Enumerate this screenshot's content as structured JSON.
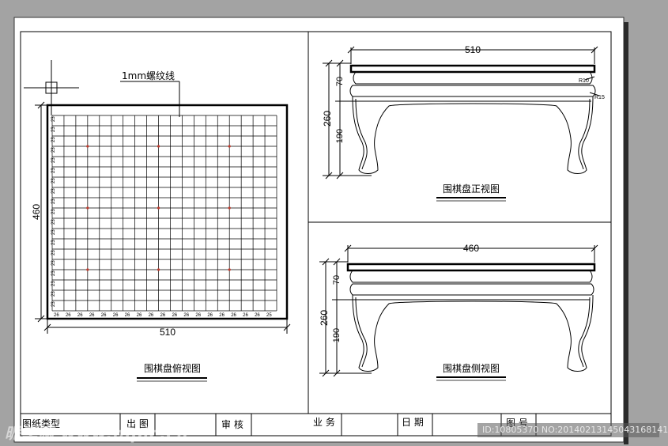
{
  "top_view": {
    "label": "围棋盘俯视图",
    "callout": "1mm螺纹线",
    "dim_width": "510",
    "dim_height": "460",
    "grid_lines": 19,
    "bottom_tick_label": "26",
    "bottom_tick_end_label": "25",
    "left_tick_label": "23"
  },
  "front_view": {
    "label": "围棋盘正视图",
    "dim_width": "510",
    "dim_total_height": "260",
    "dim_upper": "70",
    "dim_lower": "190",
    "radius_1": "R10",
    "radius_2": "R15"
  },
  "side_view": {
    "label": "围棋盘侧视图",
    "dim_width": "460",
    "dim_total_height": "260",
    "dim_upper": "70",
    "dim_lower": "190"
  },
  "title_block": {
    "drawing_type": "图纸类型",
    "drawn_by": "出 图",
    "review": "审 核",
    "business": "业 务",
    "date": "日 期",
    "drawing_no": "图 号"
  },
  "watermark": "昵享网 www.nipic.cn",
  "image_id": "ID:10805370 NO:20140213145043168141",
  "colors": {
    "background": "#a3a3a3",
    "sheet": "#ffffff",
    "line": "#000000",
    "star_point": "#c0392b"
  }
}
